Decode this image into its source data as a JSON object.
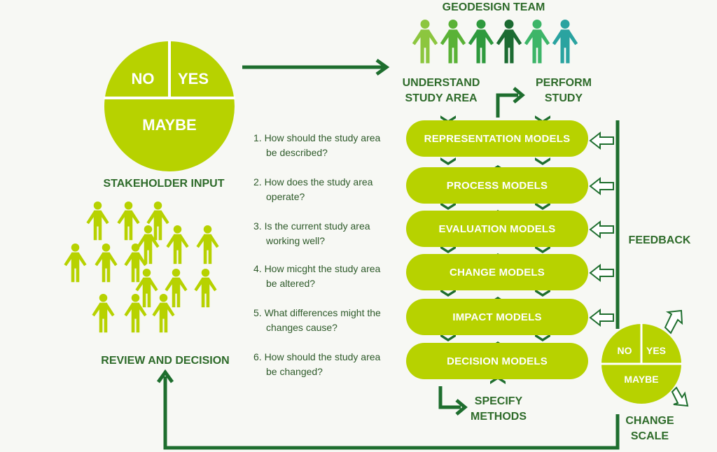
{
  "colors": {
    "lime": "#b7d200",
    "dark_green": "#1e6e2e",
    "text_green": "#2e6b2a",
    "team": [
      "#8cc63f",
      "#5ab236",
      "#2e9a3d",
      "#1c6b32",
      "#3db568",
      "#2aa3a0"
    ]
  },
  "geodesign_team": "GEODESIGN TEAM",
  "understand_study_area": [
    "UNDERSTAND",
    "STUDY AREA"
  ],
  "perform_study": [
    "PERFORM",
    "STUDY"
  ],
  "stakeholder_input": "STAKEHOLDER INPUT",
  "review_and_decision": "REVIEW AND DECISION",
  "feedback": "FEEDBACK",
  "change_scale": [
    "CHANGE",
    "SCALE"
  ],
  "specify_methods": [
    "SPECIFY",
    "METHODS"
  ],
  "big_pie": {
    "no": "NO",
    "yes": "YES",
    "maybe": "MAYBE"
  },
  "small_pie": {
    "no": "NO",
    "yes": "YES",
    "maybe": "MAYBE"
  },
  "questions": [
    [
      "1. How should the study area",
      "be described?"
    ],
    [
      "2. How does the study area",
      "operate?"
    ],
    [
      "3. Is the current study area",
      "working well?"
    ],
    [
      "4. How micght the study area",
      "be altered?"
    ],
    [
      "5. What differences might the",
      "changes cause?"
    ],
    [
      "6. How should the study area",
      "be changed?"
    ]
  ],
  "models": [
    "REPRESENTATION MODELS",
    "PROCESS MODELS",
    "EVALUATION MODELS",
    "CHANGE MODELS",
    "IMPACT MODELS",
    "DECISION MODELS"
  ]
}
